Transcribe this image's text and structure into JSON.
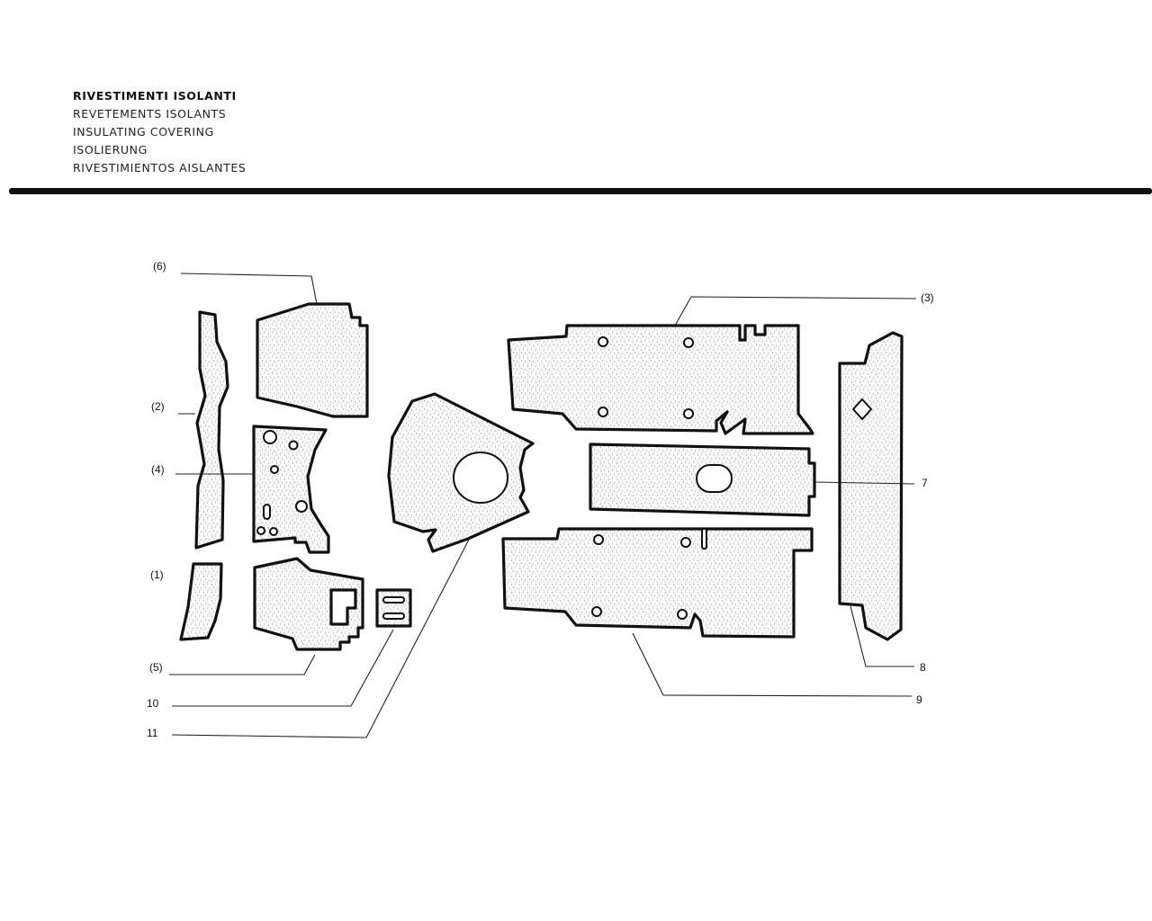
{
  "header": {
    "titles": [
      "RIVESTIMENTI ISOLANTI",
      "REVETEMENTS ISOLANTS",
      "INSULATING COVERING",
      "ISOLIERUNG",
      "RIVESTIMIENTOS AISLANTES"
    ]
  },
  "callouts": {
    "c6": "(6)",
    "c2": "(2)",
    "c4": "(4)",
    "c1": "(1)",
    "c5": "(5)",
    "c10": "10",
    "c11": "11",
    "c3": "(3)",
    "c7": "7",
    "c8": "8",
    "c9": "9"
  }
}
